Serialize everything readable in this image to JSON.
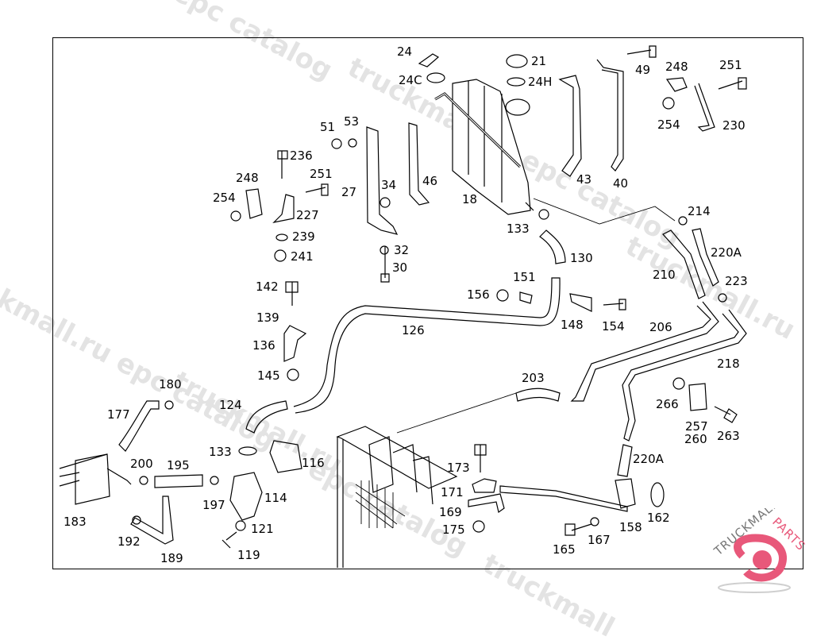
{
  "diagram": {
    "type": "exploded parts diagram",
    "subject": "radiator coolant expansion tank and hoses",
    "part_labels": [
      {
        "id": "24",
        "text": "24"
      },
      {
        "id": "24C",
        "text": "24C"
      },
      {
        "id": "21",
        "text": "21"
      },
      {
        "id": "24H",
        "text": "24H"
      },
      {
        "id": "49",
        "text": "49"
      },
      {
        "id": "248a",
        "text": "248"
      },
      {
        "id": "251a",
        "text": "251"
      },
      {
        "id": "254a",
        "text": "254"
      },
      {
        "id": "230",
        "text": "230"
      },
      {
        "id": "43",
        "text": "43"
      },
      {
        "id": "40",
        "text": "40"
      },
      {
        "id": "18",
        "text": "18"
      },
      {
        "id": "46",
        "text": "46"
      },
      {
        "id": "51",
        "text": "51"
      },
      {
        "id": "53",
        "text": "53"
      },
      {
        "id": "236",
        "text": "236"
      },
      {
        "id": "248b",
        "text": "248"
      },
      {
        "id": "251b",
        "text": "251"
      },
      {
        "id": "254b",
        "text": "254"
      },
      {
        "id": "227",
        "text": "227"
      },
      {
        "id": "239",
        "text": "239"
      },
      {
        "id": "241",
        "text": "241"
      },
      {
        "id": "27",
        "text": "27"
      },
      {
        "id": "34",
        "text": "34"
      },
      {
        "id": "32",
        "text": "32"
      },
      {
        "id": "30",
        "text": "30"
      },
      {
        "id": "133a",
        "text": "133"
      },
      {
        "id": "130",
        "text": "130"
      },
      {
        "id": "214",
        "text": "214"
      },
      {
        "id": "220Aa",
        "text": "220A"
      },
      {
        "id": "210",
        "text": "210"
      },
      {
        "id": "223",
        "text": "223"
      },
      {
        "id": "142",
        "text": "142"
      },
      {
        "id": "139",
        "text": "139"
      },
      {
        "id": "136",
        "text": "136"
      },
      {
        "id": "145",
        "text": "145"
      },
      {
        "id": "126",
        "text": "126"
      },
      {
        "id": "151",
        "text": "151"
      },
      {
        "id": "156",
        "text": "156"
      },
      {
        "id": "148",
        "text": "148"
      },
      {
        "id": "154",
        "text": "154"
      },
      {
        "id": "206",
        "text": "206"
      },
      {
        "id": "218",
        "text": "218"
      },
      {
        "id": "203",
        "text": "203"
      },
      {
        "id": "266",
        "text": "266"
      },
      {
        "id": "257",
        "text": "257"
      },
      {
        "id": "260",
        "text": "260"
      },
      {
        "id": "263",
        "text": "263"
      },
      {
        "id": "180",
        "text": "180"
      },
      {
        "id": "177",
        "text": "177"
      },
      {
        "id": "124",
        "text": "124"
      },
      {
        "id": "133b",
        "text": "133"
      },
      {
        "id": "116",
        "text": "116"
      },
      {
        "id": "200",
        "text": "200"
      },
      {
        "id": "195",
        "text": "195"
      },
      {
        "id": "197",
        "text": "197"
      },
      {
        "id": "114",
        "text": "114"
      },
      {
        "id": "183",
        "text": "183"
      },
      {
        "id": "192",
        "text": "192"
      },
      {
        "id": "189",
        "text": "189"
      },
      {
        "id": "121",
        "text": "121"
      },
      {
        "id": "119",
        "text": "119"
      },
      {
        "id": "173",
        "text": "173"
      },
      {
        "id": "171",
        "text": "171"
      },
      {
        "id": "169",
        "text": "169"
      },
      {
        "id": "175",
        "text": "175"
      },
      {
        "id": "220Ab",
        "text": "220A"
      },
      {
        "id": "162",
        "text": "162"
      },
      {
        "id": "158",
        "text": "158"
      },
      {
        "id": "165",
        "text": "165"
      },
      {
        "id": "167",
        "text": "167"
      }
    ]
  },
  "watermarks": [
    "epc catalog",
    "truckmall.ru epc catalog",
    "truckmall.ru",
    "truckmall.ru epc catalog",
    "truckmall.ru",
    "epc catalog",
    "truckmall"
  ],
  "logo": {
    "text_dark": "TRUCKMALL",
    "text_accent": "PARTS",
    "accent_color": "#e8587a"
  }
}
